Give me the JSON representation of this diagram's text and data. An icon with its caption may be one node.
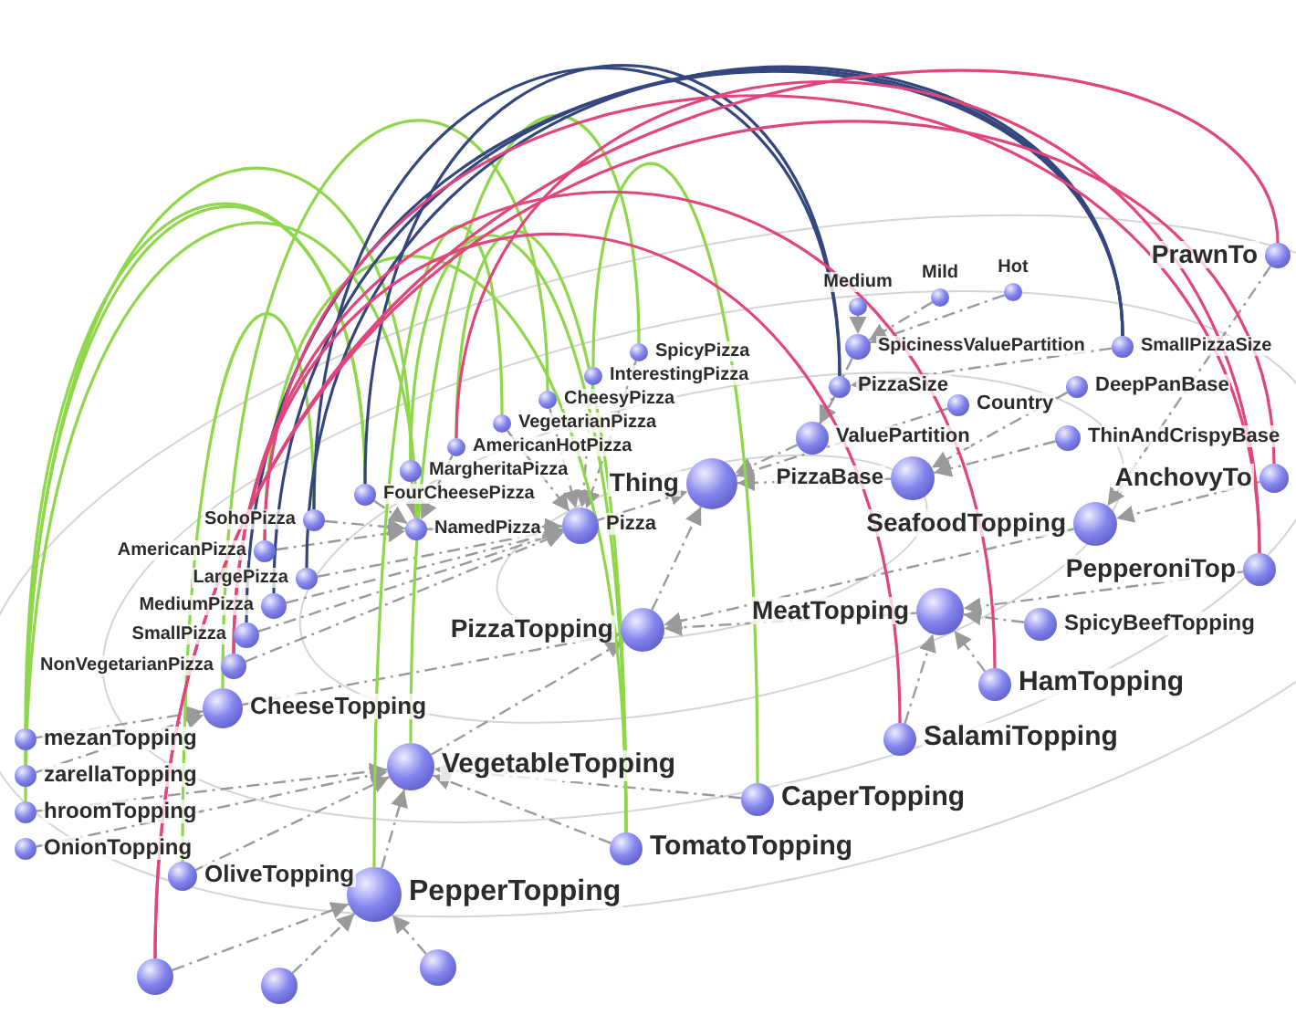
{
  "diagram": {
    "nodes": [
      {
        "text": [],
        "shape": "circle",
        "beside": [
          "Medium"
        ]
      },
      {
        "text": [],
        "shape": "circle",
        "beside": [
          "Mild"
        ]
      },
      {
        "text": [],
        "shape": "circle",
        "beside": [
          "Hot"
        ]
      },
      {
        "text": [],
        "shape": "circle",
        "beside": [
          "PrawnTo"
        ]
      },
      {
        "text": [],
        "shape": "circle",
        "beside": [
          "SpicinessValuePartition"
        ]
      },
      {
        "text": [],
        "shape": "circle",
        "beside": [
          "SmallPizzaSize"
        ]
      },
      {
        "text": [],
        "shape": "circle",
        "beside": [
          "SpicyPizza"
        ]
      },
      {
        "text": [],
        "shape": "circle",
        "beside": [
          "InterestingPizza"
        ]
      },
      {
        "text": [],
        "shape": "circle",
        "beside": [
          "PizzaSize"
        ]
      },
      {
        "text": [],
        "shape": "circle",
        "beside": [
          "DeepPanBase"
        ]
      },
      {
        "text": [],
        "shape": "circle",
        "beside": [
          "CheesyPizza"
        ]
      },
      {
        "text": [],
        "shape": "circle",
        "beside": [
          "Country"
        ]
      },
      {
        "text": [],
        "shape": "circle",
        "beside": [
          "VegetarianPizza"
        ]
      },
      {
        "text": [],
        "shape": "circle",
        "beside": [
          "ThinAndCrispyBase"
        ]
      },
      {
        "text": [],
        "shape": "circle",
        "beside": [
          "ValuePartition"
        ]
      },
      {
        "text": [],
        "shape": "circle",
        "beside": [
          "AmericanHotPizza"
        ]
      },
      {
        "text": [],
        "shape": "circle",
        "beside": [
          "MargheritaPizza"
        ]
      },
      {
        "text": [],
        "shape": "circle",
        "beside": [
          "AnchovyTo"
        ]
      },
      {
        "text": [],
        "shape": "circle",
        "beside": [
          "PizzaBase"
        ]
      },
      {
        "text": [],
        "shape": "circle",
        "beside": [
          "Thing"
        ]
      },
      {
        "text": [],
        "shape": "circle",
        "beside": [
          "FourCheesePizza"
        ]
      },
      {
        "text": [],
        "shape": "circle",
        "beside": [
          "SohoPizza"
        ]
      },
      {
        "text": [],
        "shape": "circle",
        "beside": [
          "SeafoodTopping"
        ]
      },
      {
        "text": [],
        "shape": "circle",
        "beside": [
          "NamedPizza"
        ]
      },
      {
        "text": [],
        "shape": "circle",
        "beside": [
          "Pizza"
        ]
      },
      {
        "text": [],
        "shape": "circle",
        "beside": [
          "AmericanPizza"
        ]
      },
      {
        "text": [],
        "shape": "circle",
        "beside": [
          "PepperoniTop"
        ]
      },
      {
        "text": [],
        "shape": "circle",
        "beside": [
          "LargePizza"
        ]
      },
      {
        "text": [],
        "shape": "circle",
        "beside": [
          "MediumPizza"
        ]
      },
      {
        "text": [],
        "shape": "circle",
        "beside": [
          "MeatTopping"
        ]
      },
      {
        "text": [],
        "shape": "circle",
        "beside": [
          "SpicyBeefTopping"
        ]
      },
      {
        "text": [],
        "shape": "circle",
        "beside": [
          "PizzaTopping"
        ]
      },
      {
        "text": [],
        "shape": "circle",
        "beside": [
          "SmallPizza"
        ]
      },
      {
        "text": [],
        "shape": "circle",
        "beside": [
          "NonVegetarianPizza"
        ]
      },
      {
        "text": [],
        "shape": "circle",
        "beside": [
          "HamTopping"
        ]
      },
      {
        "text": [],
        "shape": "circle",
        "beside": [
          "CheeseTopping"
        ]
      },
      {
        "text": [],
        "shape": "circle",
        "beside": [
          "mezanTopping"
        ]
      },
      {
        "text": [],
        "shape": "circle",
        "beside": [
          "SalamiTopping"
        ]
      },
      {
        "text": [],
        "shape": "circle",
        "beside": [
          "VegetableTopping"
        ]
      },
      {
        "text": [],
        "shape": "circle",
        "beside": [
          "zarellaTopping"
        ]
      },
      {
        "text": [],
        "shape": "circle",
        "beside": [
          "CaperTopping"
        ]
      },
      {
        "text": [],
        "shape": "circle",
        "beside": [
          "hroomTopping"
        ]
      },
      {
        "text": [],
        "shape": "circle",
        "beside": [
          "TomatoTopping"
        ]
      },
      {
        "text": [],
        "shape": "circle",
        "beside": [
          "OnionTopping"
        ]
      },
      {
        "text": [],
        "shape": "circle",
        "beside": [
          "OliveTopping"
        ]
      },
      {
        "text": [],
        "shape": "circle",
        "beside": [
          "PepperTopping"
        ]
      },
      {
        "text": [],
        "shape": "circle"
      },
      {
        "text": [],
        "shape": "circle"
      },
      {
        "text": [],
        "shape": "circle"
      }
    ],
    "edges": [
      {
        "from": 31,
        "to": 19,
        "arrow": "to",
        "style": "dashed"
      },
      {
        "from": 24,
        "to": 19,
        "arrow": "to",
        "style": "dashed"
      },
      {
        "from": 18,
        "to": 19,
        "arrow": "to",
        "style": "dashed"
      },
      {
        "from": 14,
        "to": 19,
        "arrow": "to",
        "style": "dashed"
      },
      {
        "from": 11,
        "to": 19,
        "arrow": "to",
        "style": "dashed"
      },
      {
        "from": 4,
        "to": 14,
        "arrow": "to",
        "style": "dashed"
      },
      {
        "from": 8,
        "to": 14,
        "arrow": "to",
        "style": "dashed"
      },
      {
        "from": 0,
        "to": 4,
        "arrow": "to",
        "style": "dashed"
      },
      {
        "from": 1,
        "to": 4,
        "arrow": "to",
        "style": "dashed"
      },
      {
        "from": 2,
        "to": 4,
        "arrow": "to",
        "style": "dashed"
      },
      {
        "from": 5,
        "to": 8,
        "arrow": "to",
        "style": "dashed"
      },
      {
        "from": 9,
        "to": 18,
        "arrow": "to",
        "style": "dashed"
      },
      {
        "from": 13,
        "to": 18,
        "arrow": "to",
        "style": "dashed"
      },
      {
        "from": 29,
        "to": 31,
        "arrow": "to",
        "style": "dashed"
      },
      {
        "from": 22,
        "to": 31,
        "arrow": "to",
        "style": "dashed"
      },
      {
        "from": 38,
        "to": 31,
        "arrow": "to",
        "style": "dashed"
      },
      {
        "from": 35,
        "to": 31,
        "arrow": "to",
        "style": "dashed"
      },
      {
        "from": 34,
        "to": 29,
        "arrow": "to",
        "style": "dashed"
      },
      {
        "from": 37,
        "to": 29,
        "arrow": "to",
        "style": "dashed"
      },
      {
        "from": 30,
        "to": 29,
        "arrow": "to",
        "style": "dashed"
      },
      {
        "from": 26,
        "to": 29,
        "arrow": "to",
        "style": "dashed"
      },
      {
        "from": 17,
        "to": 22,
        "arrow": "to",
        "style": "dashed"
      },
      {
        "from": 3,
        "to": 22,
        "arrow": "to",
        "style": "dashed"
      },
      {
        "from": 45,
        "to": 38,
        "arrow": "to",
        "style": "dashed"
      },
      {
        "from": 42,
        "to": 38,
        "arrow": "to",
        "style": "dashed"
      },
      {
        "from": 40,
        "to": 38,
        "arrow": "to",
        "style": "dashed"
      },
      {
        "from": 44,
        "to": 38,
        "arrow": "to",
        "style": "dashed"
      },
      {
        "from": 43,
        "to": 38,
        "arrow": "to",
        "style": "dashed"
      },
      {
        "from": 41,
        "to": 38,
        "arrow": "to",
        "style": "dashed"
      },
      {
        "from": 36,
        "to": 35,
        "arrow": "to",
        "style": "dashed"
      },
      {
        "from": 39,
        "to": 35,
        "arrow": "to",
        "style": "dashed"
      },
      {
        "from": 16,
        "to": 23,
        "arrow": "to",
        "style": "dashed"
      },
      {
        "from": 20,
        "to": 23,
        "arrow": "to",
        "style": "dashed"
      },
      {
        "from": 15,
        "to": 23,
        "arrow": "to",
        "style": "dashed"
      },
      {
        "from": 25,
        "to": 23,
        "arrow": "to",
        "style": "dashed"
      },
      {
        "from": 21,
        "to": 23,
        "arrow": "to",
        "style": "dashed"
      },
      {
        "from": 23,
        "to": 24,
        "arrow": "to",
        "style": "dashed"
      },
      {
        "from": 7,
        "to": 24,
        "arrow": "to",
        "style": "dashed"
      },
      {
        "from": 10,
        "to": 24,
        "arrow": "to",
        "style": "dashed"
      },
      {
        "from": 12,
        "to": 24,
        "arrow": "to",
        "style": "dashed"
      },
      {
        "from": 6,
        "to": 24,
        "arrow": "to",
        "style": "dashed"
      },
      {
        "from": 33,
        "to": 24,
        "arrow": "to",
        "style": "dashed"
      },
      {
        "from": 27,
        "to": 24,
        "arrow": "to",
        "style": "dashed"
      },
      {
        "from": 28,
        "to": 24,
        "arrow": "to",
        "style": "dashed"
      },
      {
        "from": 32,
        "to": 24,
        "arrow": "to",
        "style": "dashed"
      },
      {
        "from": 46,
        "to": 45,
        "arrow": "to",
        "style": "dashed"
      },
      {
        "from": 47,
        "to": 45,
        "arrow": "to",
        "style": "dashed"
      },
      {
        "from": 48,
        "to": 45,
        "arrow": "to",
        "style": "dashed"
      },
      {
        "from": 20,
        "to": 36,
        "arrow": "none",
        "color": "#8ed64a"
      },
      {
        "from": 20,
        "to": 39,
        "arrow": "none",
        "color": "#8ed64a"
      },
      {
        "from": 16,
        "to": 42,
        "arrow": "none",
        "color": "#8ed64a"
      },
      {
        "from": 16,
        "to": 39,
        "arrow": "none",
        "color": "#8ed64a"
      },
      {
        "from": 21,
        "to": 44,
        "arrow": "none",
        "color": "#8ed64a"
      },
      {
        "from": 15,
        "to": 42,
        "arrow": "none",
        "color": "#8ed64a"
      },
      {
        "from": 25,
        "to": 42,
        "arrow": "none",
        "color": "#8ed64a"
      },
      {
        "from": 12,
        "to": 45,
        "arrow": "none",
        "color": "#8ed64a"
      },
      {
        "from": 10,
        "to": 35,
        "arrow": "none",
        "color": "#8ed64a"
      },
      {
        "from": 7,
        "to": 40,
        "arrow": "none",
        "color": "#8ed64a"
      },
      {
        "from": 6,
        "to": 38,
        "arrow": "none",
        "color": "#8ed64a"
      },
      {
        "from": 23,
        "to": 41,
        "arrow": "none",
        "color": "#8ed64a"
      },
      {
        "from": 27,
        "to": 5,
        "arrow": "none",
        "color": "#34467e"
      },
      {
        "from": 28,
        "to": 5,
        "arrow": "none",
        "color": "#34467e"
      },
      {
        "from": 32,
        "to": 5,
        "arrow": "none",
        "color": "#34467e"
      },
      {
        "from": 21,
        "to": 8,
        "arrow": "none",
        "color": "#34467e"
      },
      {
        "from": 20,
        "to": 8,
        "arrow": "none",
        "color": "#34467e"
      },
      {
        "from": 26,
        "to": 25,
        "arrow": "none",
        "color": "#e0457c"
      },
      {
        "from": 26,
        "to": 15,
        "arrow": "none",
        "color": "#e0457c"
      },
      {
        "from": 37,
        "to": 33,
        "arrow": "none",
        "color": "#e0457c"
      },
      {
        "from": 34,
        "to": 33,
        "arrow": "none",
        "color": "#e0457c"
      },
      {
        "from": 17,
        "to": 46,
        "arrow": "none",
        "color": "#e0457c"
      },
      {
        "from": 3,
        "to": 46,
        "arrow": "none",
        "color": "#e0457c"
      }
    ]
  }
}
